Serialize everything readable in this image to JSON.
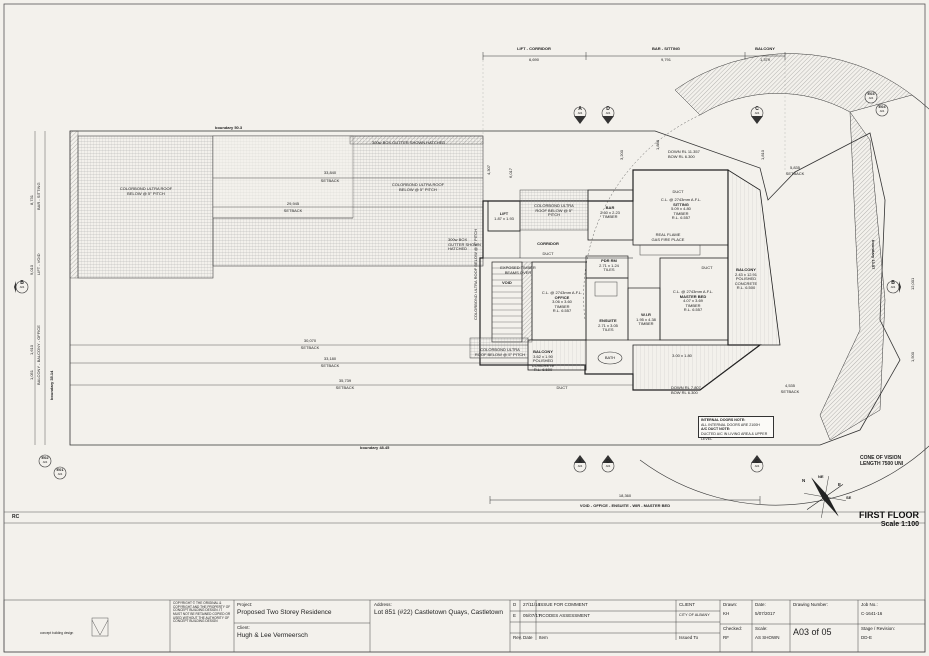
{
  "drawing": {
    "title": "FIRST FLOOR",
    "scale_text": "Scale 1:100",
    "rc_label": "RC",
    "cone_of_vision": [
      "CONE OF VISION",
      "LENGTH 7500 UNI"
    ],
    "boundaries": {
      "top": "boundary 50.3",
      "bottom": "boundary 48.45",
      "left": "boundary 35.14",
      "right": "boundary 13.57"
    },
    "top_dimensions": [
      {
        "label": "LIFT - CORRIDOR",
        "value": "6,690"
      },
      {
        "label": "BAR - SITTING",
        "value": "9,791"
      },
      {
        "label": "BALCONY",
        "value": "1,379"
      }
    ],
    "bottom_dimension": {
      "value": "18,360",
      "label": "VOID - OFFICE - ENSUITE - WIR - MASTER BED"
    },
    "setbacks": [
      {
        "value": "33,840",
        "text": "SETBACK"
      },
      {
        "value": "29,945",
        "text": "SETBACK"
      },
      {
        "value": "30,070",
        "text": "SETBACK"
      },
      {
        "value": "33,180",
        "text": "SETBACK"
      },
      {
        "value": "35,739",
        "text": "SETBACK"
      },
      {
        "value": "5,835",
        "text": "SETBACK"
      },
      {
        "value": "4,535",
        "text": "SETBACK"
      }
    ],
    "left_dims": [
      "8,731",
      "9,010",
      "1,610",
      "1,051"
    ],
    "left_dim_labels": [
      "BAR - SITTING",
      "LIFT - VOID",
      "BALCONY - BALCONY - OFFICE"
    ],
    "vertical_dims": [
      "4,307",
      "6,017",
      "3,200",
      "1,888",
      "1,810",
      "12,001",
      "1,500"
    ],
    "roofs": [
      {
        "lines": [
          "COLORBOND ULTRA ROOF",
          "BELOW @ 5° PITCH"
        ]
      },
      {
        "lines": [
          "COLORBOND ULTRA ROOF",
          "BELOW @ 5° PITCH"
        ]
      },
      {
        "lines": [
          "COLORBOND ULTRA",
          "ROOF BELOW @ 5°",
          "PITCH"
        ]
      },
      {
        "lines": [
          "COLORBOND ULTRA",
          "ROOF BELOW @ 5° PITCH"
        ]
      },
      {
        "lines": [
          "COLORBOND ULTRA",
          "ROOF BELOW @ 5° PITCH"
        ]
      }
    ],
    "gutter_notes": [
      "300w BOX GUTTER SHOWN HATCHED",
      "300w BOX GUTTER SHOWN HATCHED"
    ],
    "rooms": {
      "lift": [
        "LIFT",
        "1.87 x 1.93"
      ],
      "corridor": [
        "CORRIDOR"
      ],
      "bar": [
        "BAR",
        "2.60 x 2.23",
        "TIMBER"
      ],
      "sitting": [
        "C.L. @ 2743mm A.F.L.",
        "SITTING",
        "5.09 x 4.80",
        "TIMBER",
        "R.L. 6.557"
      ],
      "void": [
        "VOID"
      ],
      "office": [
        "C.L. @ 2743mm A.F.L.",
        "OFFICE",
        "3.06 x 3.60",
        "TIMBER",
        "R.L. 6.557"
      ],
      "pdr": [
        "PDR RM",
        "2.71 x 1.24",
        "TILES"
      ],
      "ensuite": [
        "ENSUITE",
        "2.71 x 3.05",
        "TILES"
      ],
      "wir": [
        "W.I.R",
        "1.95 x 4.38",
        "TIMBER"
      ],
      "master": [
        "C.L. @ 2743mm A.F.L.",
        "MASTER BED",
        "4.07 x 3.69",
        "TIMBER",
        "R.L. 6.557"
      ],
      "balcony_r": [
        "BALCONY",
        "2.43 x 12.91",
        "POLISHED",
        "CONCRETE",
        "R.L. 6.500"
      ],
      "balcony_l": [
        "BALCONY",
        "3.62 x 1.90",
        "POLISHED",
        "CONCRETE",
        "R.L. 6.500"
      ],
      "fireplace": [
        "REAL FLAME",
        "GAS FIRE PLACE"
      ],
      "timber_screen": [
        "EXPOSED TIMBER",
        "BEAMS OVER"
      ],
      "bath": "BATH",
      "bath_size": "3.00 x 1.80",
      "duct": "DUCT"
    },
    "rl_notes": [
      {
        "lines": [
          "DOWN RL 11.357",
          "BOW RL 6.300"
        ]
      },
      {
        "lines": [
          "DOWN RL 7.807",
          "BOW RL 6.300"
        ]
      }
    ],
    "notes_box": [
      "INTERNAL DOORS NOTE:",
      "ALL INTERNAL DOORS ARE 2100H",
      "A/C DUCT NOTE:",
      "DUCTED A/C IN LIVING AREA & UPPER LEVEL"
    ],
    "view_markers": [
      {
        "letter": "A",
        "sheet": "A04"
      },
      {
        "letter": "D",
        "sheet": "A04"
      },
      {
        "letter": "C",
        "sheet": "A04"
      },
      {
        "letter": "B",
        "sheet": "A04"
      },
      {
        "letter": "B",
        "sheet": "A04"
      },
      {
        "letter": "A",
        "sheet": "A04"
      },
      {
        "letter": "D",
        "sheet": "A04"
      },
      {
        "letter": "C",
        "sheet": "A04"
      }
    ],
    "elevation_markers": [
      {
        "code": "E03",
        "sheet": "A04"
      },
      {
        "code": "E04",
        "sheet": "A04"
      },
      {
        "code": "E02",
        "sheet": "A04"
      },
      {
        "code": "E01",
        "sheet": "A04"
      }
    ],
    "compass": [
      "N",
      "NE",
      "E",
      "SE"
    ]
  },
  "title_block": {
    "project_label": "Project:",
    "project": "Proposed Two Storey Residence",
    "client_label": "Client:",
    "client": "Hugh & Lee Vermeersch",
    "address_label": "Address:",
    "address": "Lot 851 (#22) Castletown Quays, Castletown",
    "revisions": [
      {
        "rev": "D",
        "date": "27/11/16",
        "item": "ISSUE FOR COMMENT",
        "issued": "CLIENT"
      },
      {
        "rev": "E",
        "date": "05/07/17",
        "item": "RCODES ASSESSMENT",
        "issued": "CITY OF ALBANY"
      }
    ],
    "rev_headers": {
      "rev": "Rev.",
      "date": "Date",
      "item": "Item",
      "issued": "Issued To"
    },
    "drawn_label": "Drawn:",
    "drawn": "KH",
    "date_label": "Date:",
    "date": "5/07/2017",
    "checked_label": "Checked:",
    "checked": "RF",
    "scale_label": "Scale:",
    "scale": "AS SHOWN",
    "drawing_number_label": "Drawing Number:",
    "drawing_number": "A03 of 05",
    "job_label": "Job No.:",
    "job": "C-1641-16",
    "stage_label": "Stage / Revision:",
    "stage": "DD-E",
    "copyright": "COPYRIGHT © THE ORIGINAL & COPYRIGHT AND THE PROPERTY OF CONCEPT BUILDING DESIGN. IT MUST NOT BE RETAINED COPIED OR USED WITHOUT THE AUTHORITY OF CONCEPT BUILDING DESIGN",
    "company": "concept building design"
  },
  "colors": {
    "paper": "#f3f1ec",
    "line": "#2a2a2a",
    "hatch": "#7a7a7a"
  }
}
